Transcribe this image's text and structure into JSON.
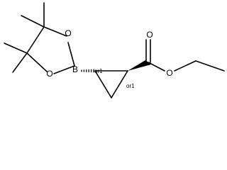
{
  "molecule": {
    "atoms": {
      "boron": "B",
      "oxygen_ring_top": "O",
      "oxygen_ring_bottom": "O",
      "oxygen_carbonyl": "O",
      "oxygen_ester": "O"
    },
    "stereo_labels": {
      "left_center": "or1",
      "right_center": "or1"
    }
  }
}
